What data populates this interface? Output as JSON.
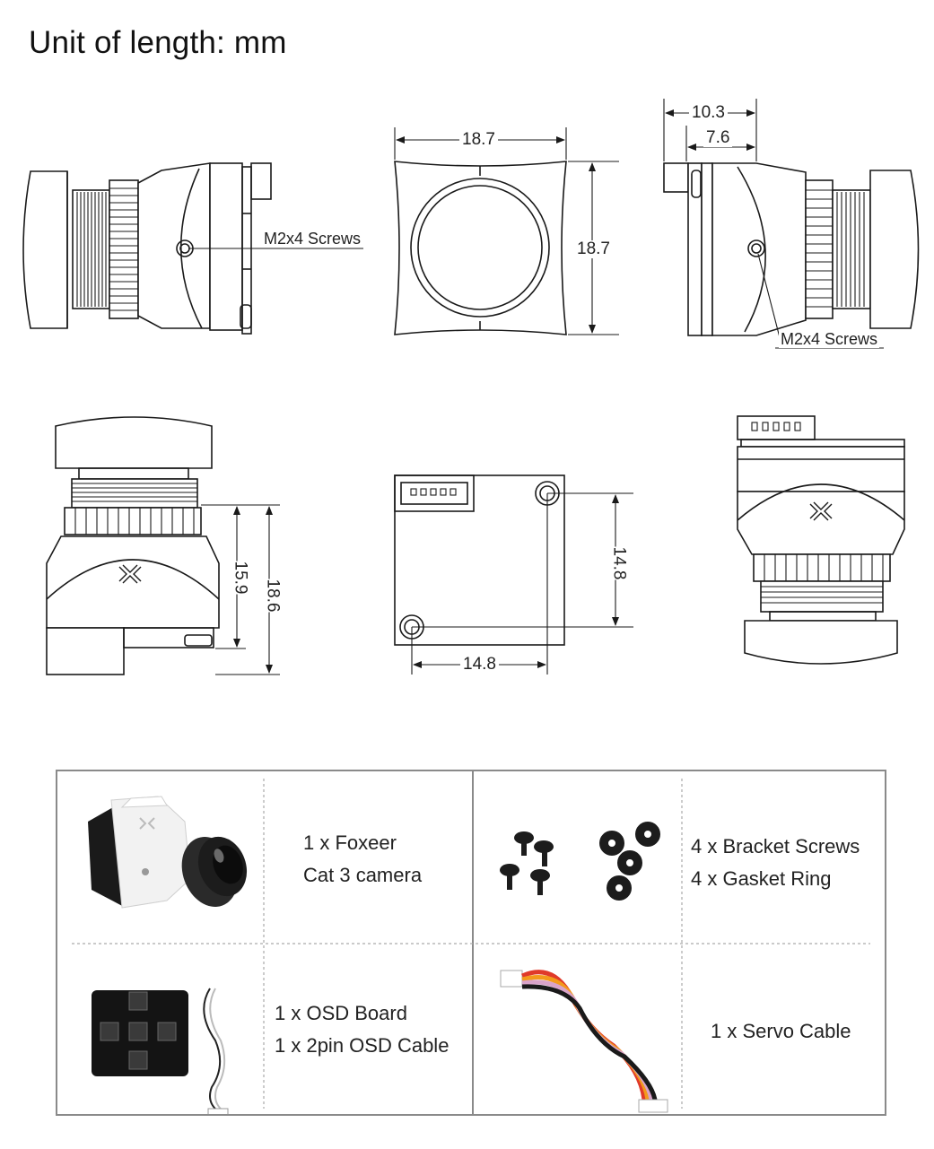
{
  "title": "Unit of length: mm",
  "dimensions": {
    "front_width": "18.7",
    "front_height": "18.7",
    "right_depth_overall": "10.3",
    "right_depth_board": "7.6",
    "left_screw_callout": "M2x4 Screws",
    "right_screw_callout": "M2x4 Screws",
    "top_height_inner": "15.9",
    "top_height_outer": "18.6",
    "back_hole_vertical": "14.8",
    "back_hole_horizontal": "14.8"
  },
  "accessories": [
    {
      "line1": "1 x Foxeer",
      "line2": "Cat 3 camera"
    },
    {
      "line1": "4 x Bracket Screws",
      "line2": "4 x Gasket Ring"
    },
    {
      "line1": "1 x OSD Board",
      "line2": "1 x 2pin OSD Cable"
    },
    {
      "line1": "1 x Servo Cable"
    }
  ],
  "colors": {
    "line": "#1a1a1a",
    "table_border": "#8a8a8a",
    "camera_body": "#f2f2f2",
    "lens": "#1c1c1c",
    "cable_red": "#e03a2a",
    "cable_orange": "#f39a1c",
    "cable_pink": "#d9a3c9"
  },
  "icons": [
    "foxeer-x-logo-icon"
  ]
}
